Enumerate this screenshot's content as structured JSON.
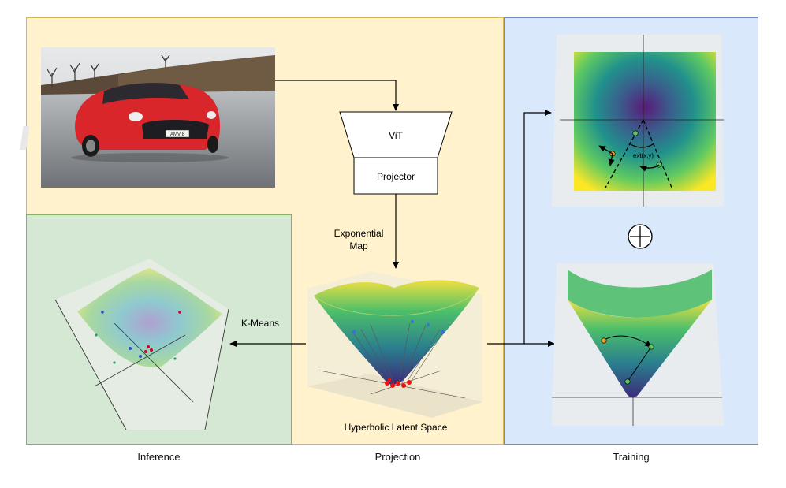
{
  "panels": {
    "projection": "Projection",
    "training": "Training",
    "inference": "Inference"
  },
  "nodes": {
    "vit": "ViT",
    "projector": "Projector",
    "exp_map_line1": "Exponential",
    "exp_map_line2": "Map",
    "kmeans": "K-Means",
    "latent_space": "Hyperbolic Latent Space",
    "ext_label": "ext(x,y)",
    "plate": "AMV 8"
  },
  "colors": {
    "projection_bg": "#fff2cc",
    "training_bg": "#dae8fc",
    "inference_bg": "#d5e8d4",
    "car": "#d8262b"
  },
  "icons": [
    "car-photo",
    "plus-circle-icon",
    "hyperbolic-surface"
  ]
}
